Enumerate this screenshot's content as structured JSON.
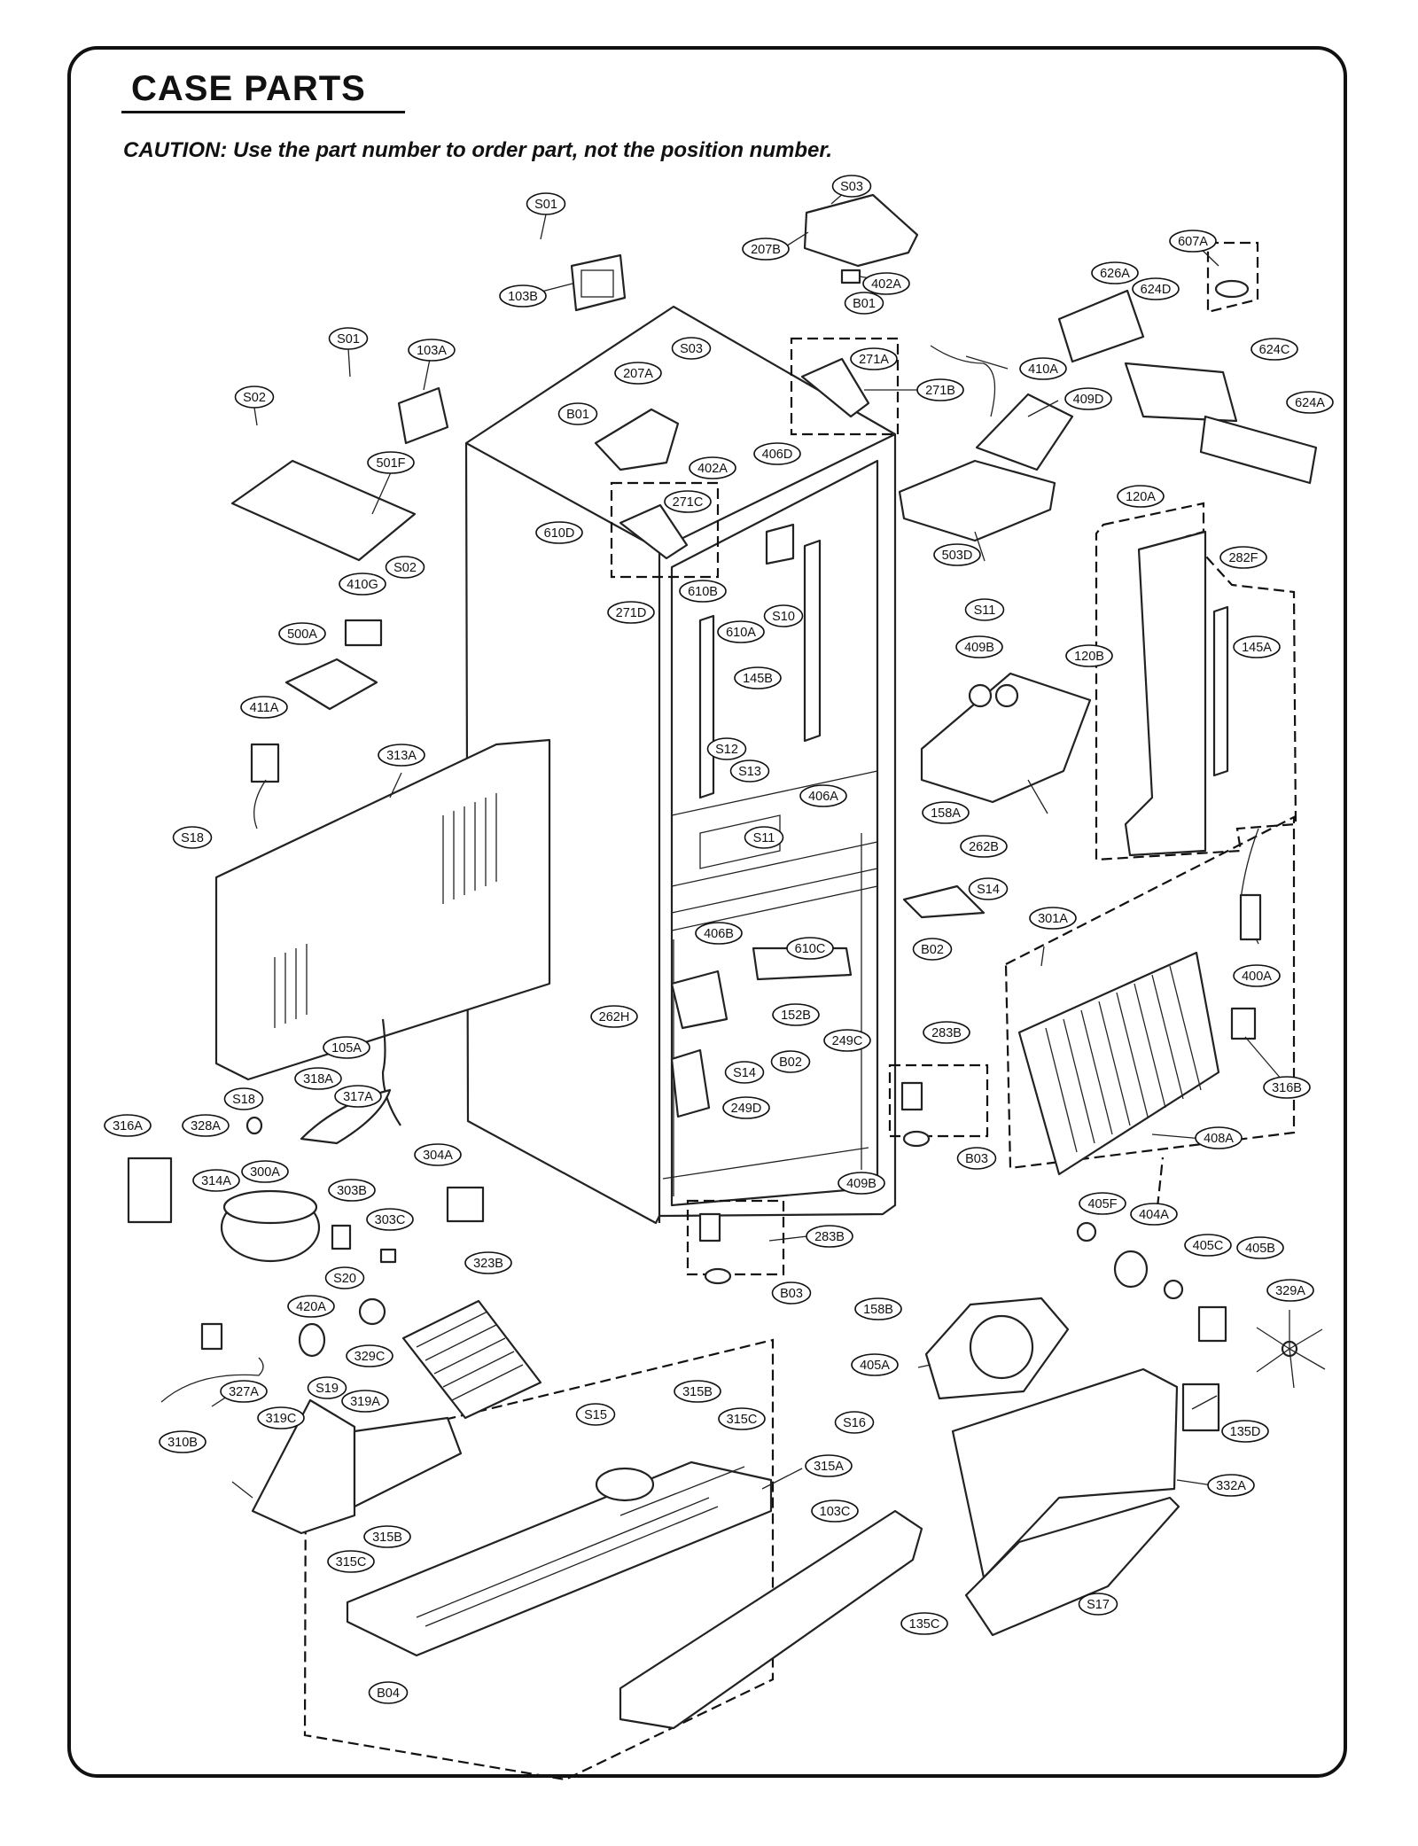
{
  "page": {
    "title": "CASE PARTS",
    "caution": "CAUTION: Use the part number to order part, not the position number."
  },
  "labels": [
    "S01",
    "103B",
    "S03",
    "207B",
    "402A",
    "B01",
    "607A",
    "626A",
    "624D",
    "624C",
    "624A",
    "S01",
    "103A",
    "S02",
    "501F",
    "410G",
    "S02",
    "500A",
    "411A",
    "207A",
    "S03",
    "B01",
    "402A",
    "271A",
    "271B",
    "410A",
    "409D",
    "406D",
    "271C",
    "610D",
    "610B",
    "271D",
    "610A",
    "S10",
    "503D",
    "S11",
    "120A",
    "282F",
    "120B",
    "145A",
    "409B",
    "145B",
    "S12",
    "S13",
    "406A",
    "S11",
    "158A",
    "313A",
    "S18",
    "262B",
    "S14",
    "B02",
    "406B",
    "610C",
    "301A",
    "400A",
    "262H",
    "152B",
    "B02",
    "249C",
    "S14",
    "283B",
    "249D",
    "316B",
    "408A",
    "B03",
    "105A",
    "S18",
    "318A",
    "317A",
    "316A",
    "328A",
    "304A",
    "314A",
    "300A",
    "303B",
    "303C",
    "409B",
    "283B",
    "B03",
    "158B",
    "405F",
    "404A",
    "405C",
    "405B",
    "329A",
    "S20",
    "420A",
    "323B",
    "329C",
    "405A",
    "327A",
    "S19",
    "319A",
    "319C",
    "310B",
    "S15",
    "315B",
    "315C",
    "315A",
    "S16",
    "135D",
    "332A",
    "103C",
    "315B",
    "315C",
    "S17",
    "135C",
    "B04"
  ]
}
